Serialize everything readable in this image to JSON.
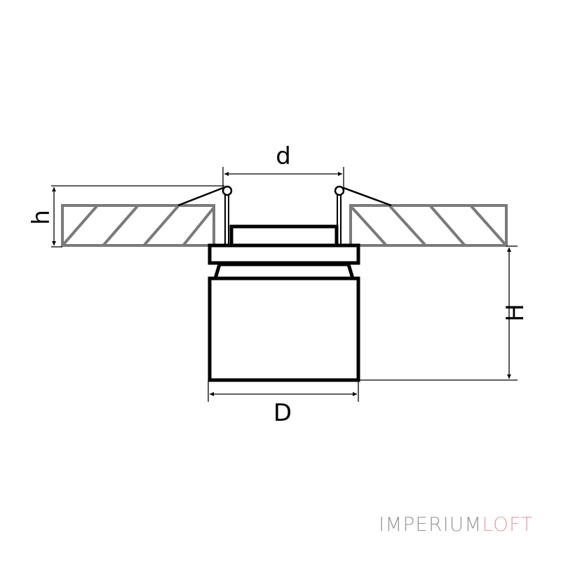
{
  "diagram": {
    "type": "technical dimension drawing - recessed ceiling spotlight",
    "dimensions": {
      "d": "d",
      "h": "h",
      "H": "H",
      "D": "D"
    },
    "colors": {
      "outline": "#000000",
      "ceiling_hatch": "#7a7a7a",
      "dimension_line": "#000000"
    }
  },
  "brand": {
    "part1": "IMPERIUM",
    "part2": "LOFT",
    "color1": "#9a9a9a",
    "color2": "#e8a3a3"
  }
}
